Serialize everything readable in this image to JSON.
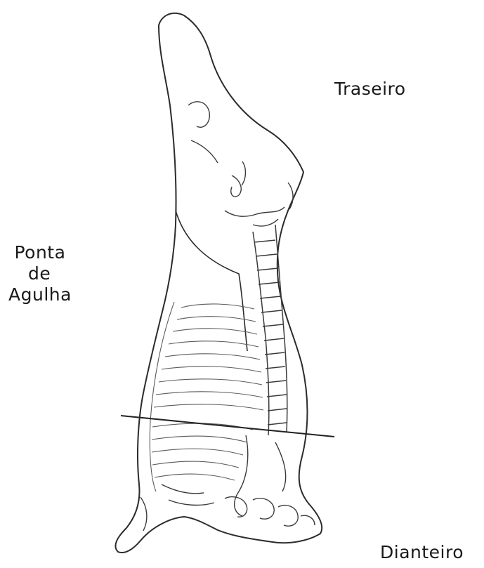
{
  "labels": {
    "traseiro": "Traseiro",
    "ponta_line1": "Ponta",
    "ponta_line2": "de",
    "ponta_line3": "Agulha",
    "dianteiro": "Dianteiro"
  },
  "colors": {
    "outline": "#2b2b2b",
    "cut_line": "#222222",
    "bone": "#3a3a3a",
    "background": "#ffffff"
  }
}
